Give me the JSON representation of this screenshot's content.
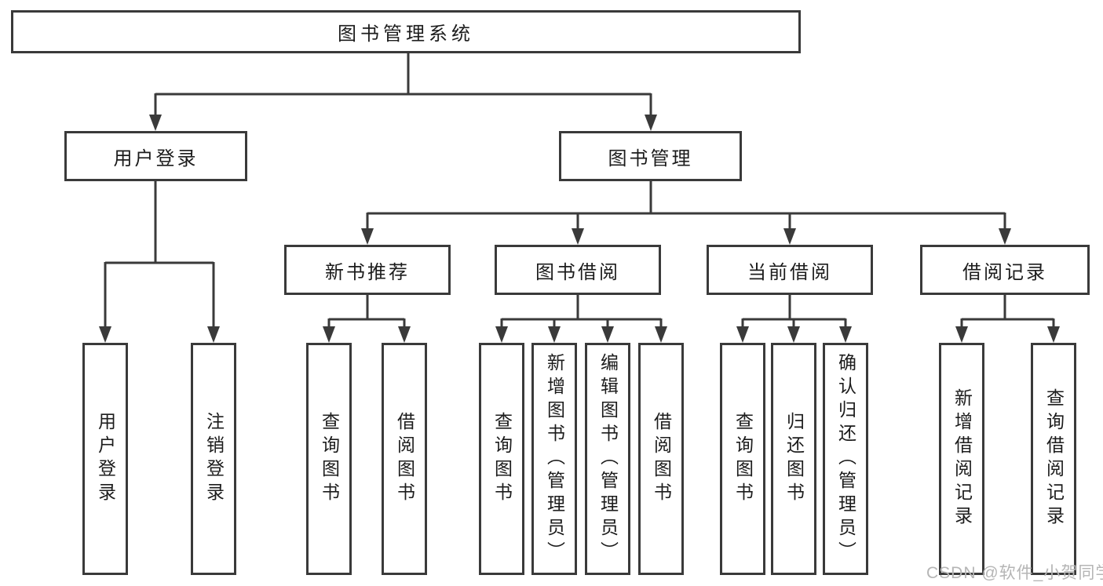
{
  "diagram": {
    "root": {
      "label": "图书管理系统"
    },
    "level2": [
      {
        "label": "用户登录"
      },
      {
        "label": "图书管理"
      }
    ],
    "level3": [
      {
        "label": "新书推荐"
      },
      {
        "label": "图书借阅"
      },
      {
        "label": "当前借阅"
      },
      {
        "label": "借阅记录"
      }
    ],
    "leaves": [
      {
        "parent": "用户登录",
        "label": "用户登录"
      },
      {
        "parent": "用户登录",
        "label": "注销登录"
      },
      {
        "parent": "新书推荐",
        "label": "查询图书"
      },
      {
        "parent": "新书推荐",
        "label": "借阅图书"
      },
      {
        "parent": "图书借阅",
        "label": "查询图书"
      },
      {
        "parent": "图书借阅",
        "label": "新增图书（管理员）"
      },
      {
        "parent": "图书借阅",
        "label": "编辑图书（管理员）"
      },
      {
        "parent": "图书借阅",
        "label": "借阅图书"
      },
      {
        "parent": "当前借阅",
        "label": "查询图书"
      },
      {
        "parent": "当前借阅",
        "label": "归还图书"
      },
      {
        "parent": "当前借阅",
        "label": "确认归还（管理员）"
      },
      {
        "parent": "借阅记录",
        "label": "新增借阅记录"
      },
      {
        "parent": "借阅记录",
        "label": "查询借阅记录"
      }
    ]
  },
  "watermark": {
    "text": "CSDN @软件_小贺同学",
    "color": "#b5b5b5"
  },
  "colors": {
    "line": "#3a3a3a",
    "box_border": "#3a3a3a",
    "text": "#1c1c1c",
    "background": "#ffffff"
  }
}
